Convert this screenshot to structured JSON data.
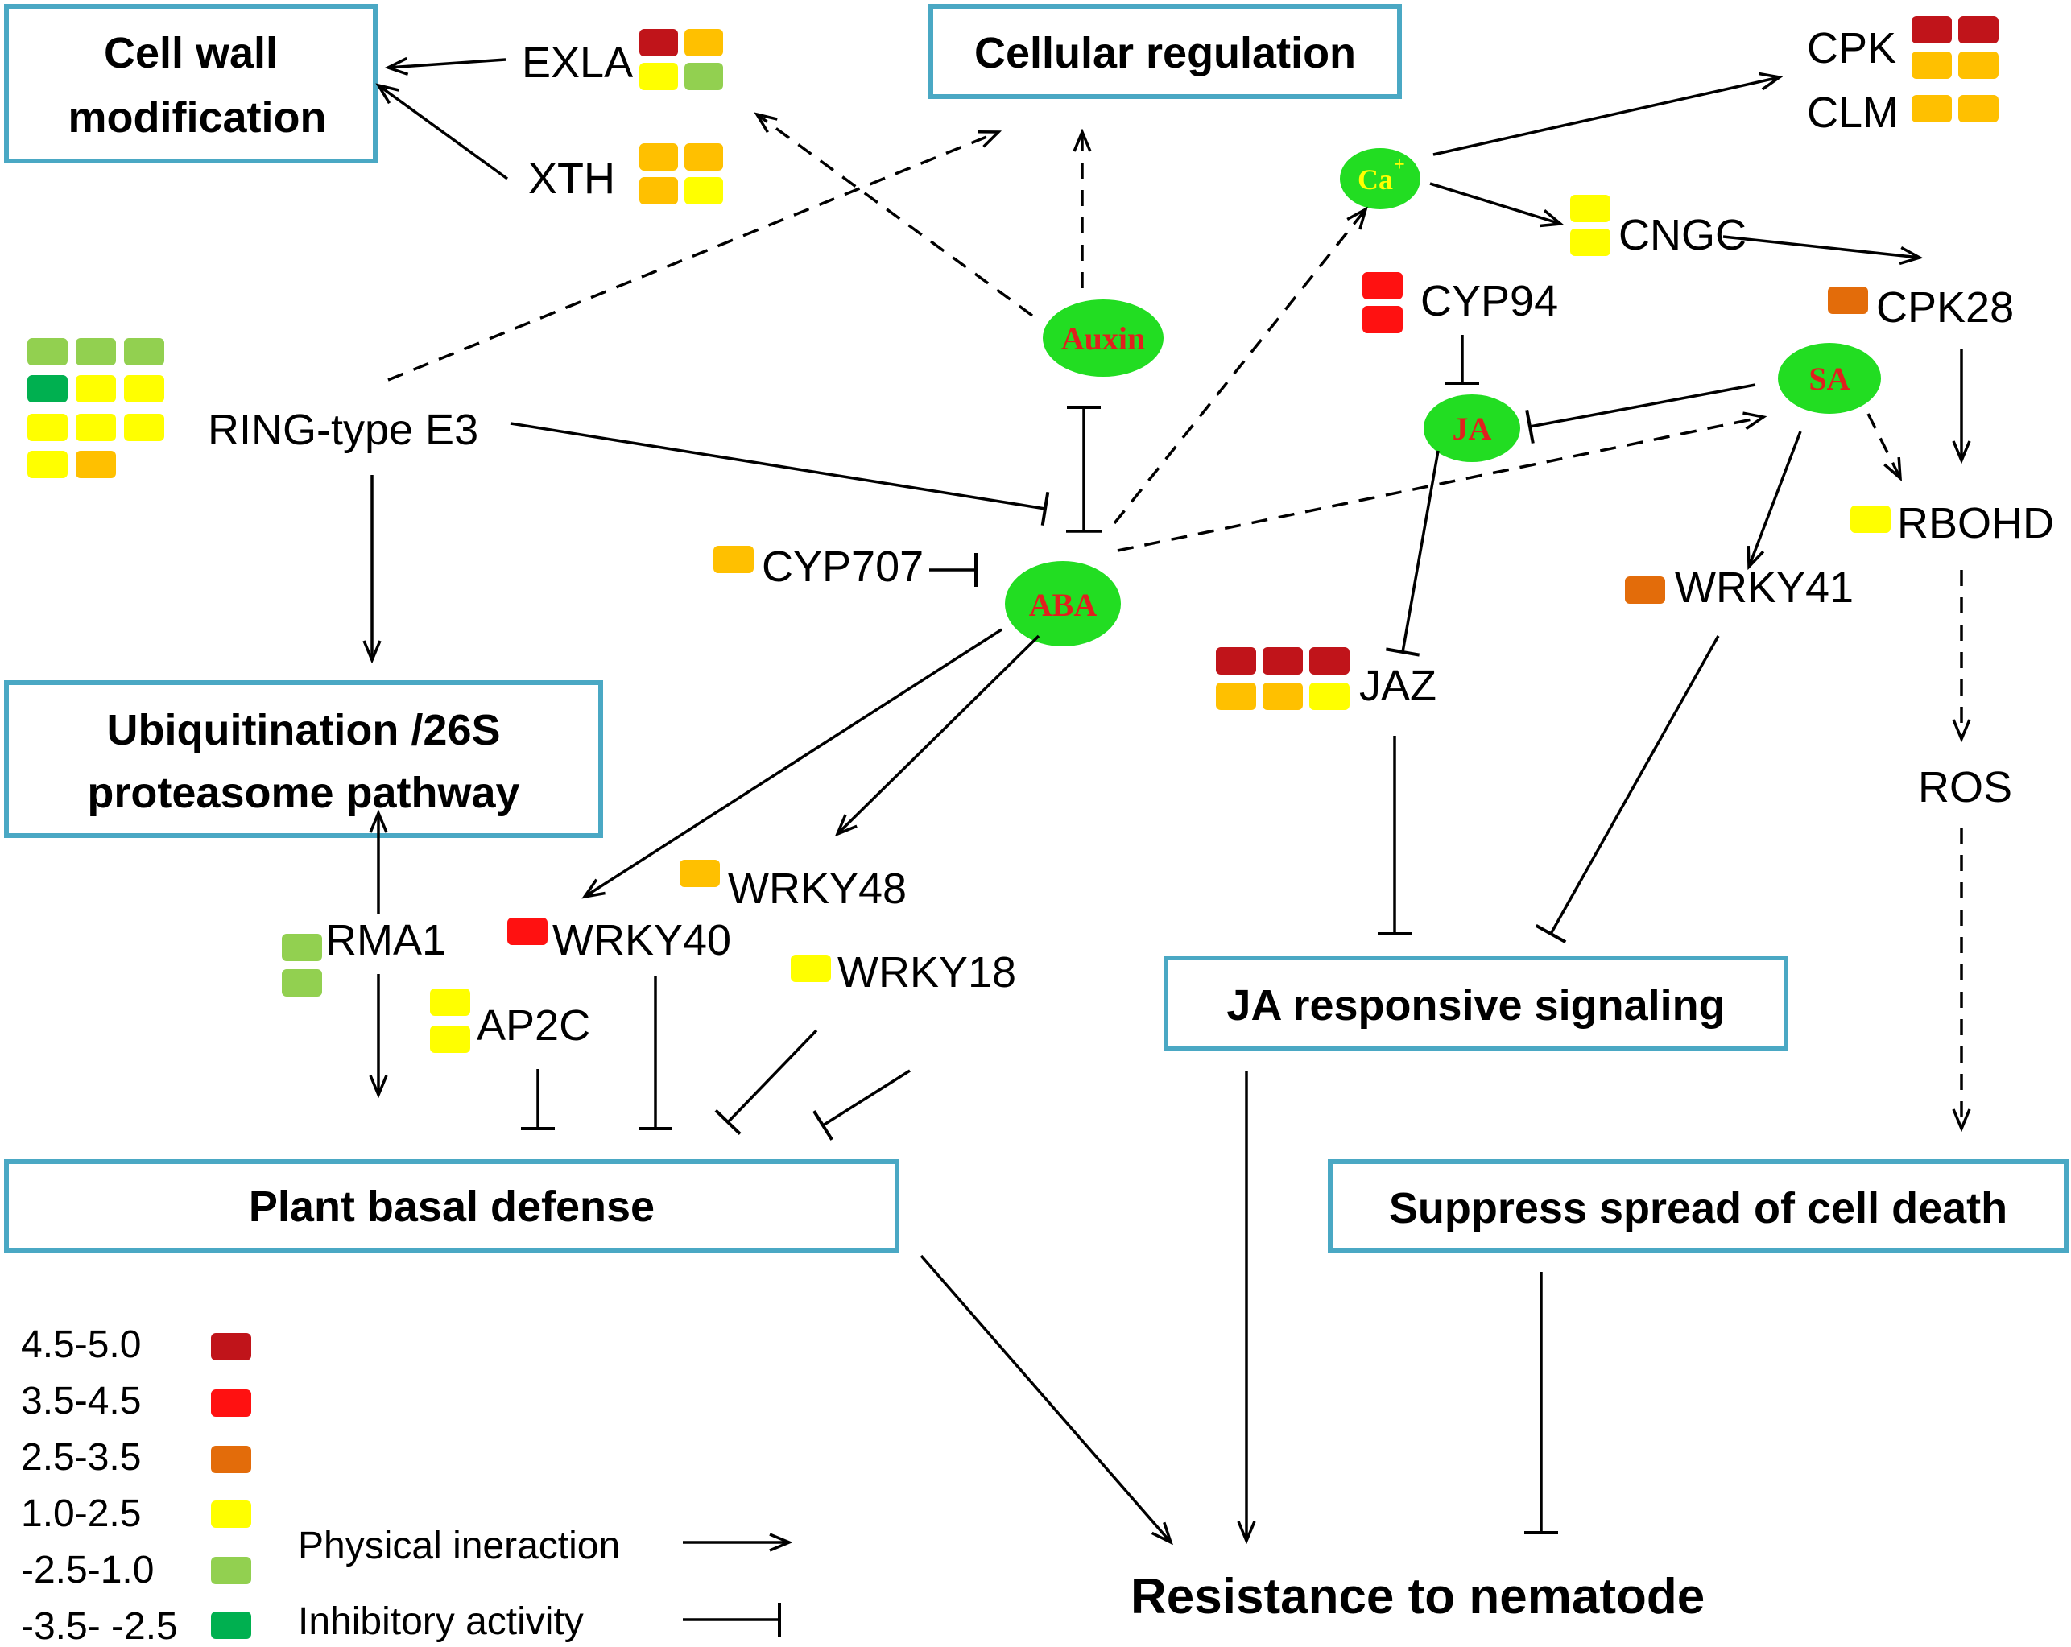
{
  "boxes": {
    "cell_wall_line1": "Cell wall",
    "cell_wall_line2": "modification",
    "cellular_regulation": "Cellular regulation",
    "ubiquitination_line1": "Ubiquitination /26S",
    "ubiquitination_line2": "proteasome pathway",
    "plant_basal_defense": "Plant basal defense",
    "ja_responsive": "JA responsive signaling",
    "suppress_cell_death": "Suppress spread of cell death"
  },
  "final_outcome": "Resistance to nematode",
  "hormones": {
    "auxin": "Auxin",
    "aba": "ABA",
    "ja": "JA",
    "sa": "SA",
    "ca": "Ca",
    "ca_sup": "+"
  },
  "genes": {
    "exla": "EXLA",
    "xth": "XTH",
    "ring_e3": "RING-type E3",
    "cyp707": "CYP707",
    "cpk": "CPK",
    "clm": "CLM",
    "cngc": "CNGC",
    "cyp94": "CYP94",
    "cpk28": "CPK28",
    "rbohd": "RBOHD",
    "wrky41": "WRKY41",
    "jaz": "JAZ",
    "ros": "ROS",
    "rma1": "RMA1",
    "wrky40": "WRKY40",
    "wrky48": "WRKY48",
    "wrky18": "WRKY18",
    "ap2c": "AP2C"
  },
  "colors": {
    "dark_red": "#c0141a",
    "red": "#ff1111",
    "orange": "#e36c0a",
    "yellow_orange": "#ffc000",
    "yellow": "#ffff00",
    "light_green": "#92d050",
    "green": "#00b050",
    "node_green": "#22dd22",
    "box_border": "#4aa8c4"
  },
  "legend": {
    "ranges": [
      "4.5-5.0",
      "3.5-4.5",
      "2.5-3.5",
      "1.0-2.5",
      "-2.5-1.0",
      "-3.5- -2.5"
    ],
    "range_colors": [
      "#c0141a",
      "#ff1111",
      "#e36c0a",
      "#ffff00",
      "#92d050",
      "#00b050"
    ],
    "physical": "Physical ineraction",
    "inhibitory": "Inhibitory activity"
  }
}
